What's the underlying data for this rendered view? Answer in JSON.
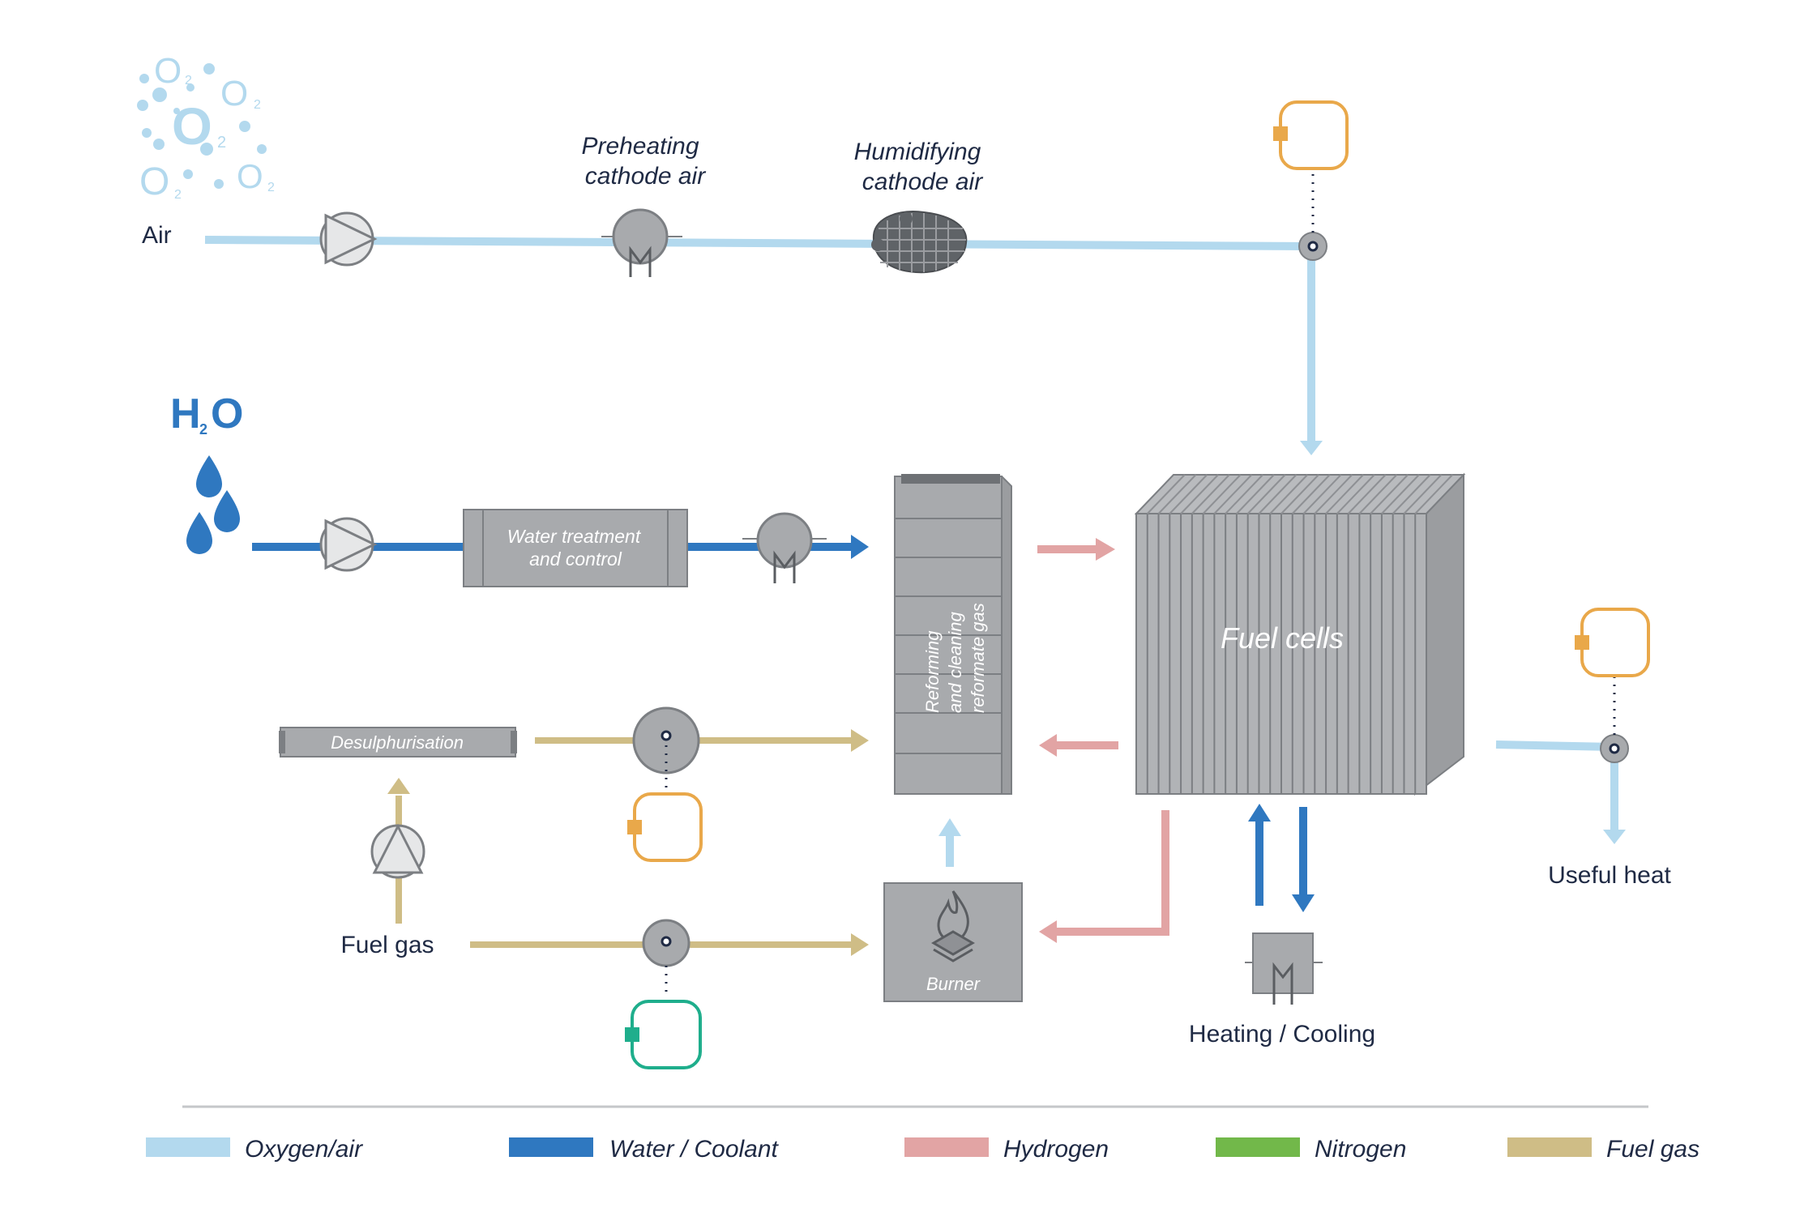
{
  "labels": {
    "air": "Air",
    "preheating_line1": "Preheating",
    "preheating_line2": "cathode air",
    "humidifying_line1": "Humidifying",
    "humidifying_line2": "cathode air",
    "h2o_main": "H",
    "h2o_sub": "2",
    "h2o_o": "O",
    "water_treatment_line1": "Water treatment",
    "water_treatment_line2": "and control",
    "reforming_line1": "Reforming",
    "reforming_line2": "and cleaning",
    "reforming_line3": "reformate gas",
    "fuel_cells": "Fuel cells",
    "desulphurisation": "Desulphurisation",
    "fuel_gas": "Fuel gas",
    "burner": "Burner",
    "heating_cooling": "Heating / Cooling",
    "useful_heat": "Useful heat"
  },
  "o2_symbols": [
    {
      "main": "O",
      "sub": "2"
    },
    {
      "main": "O",
      "sub": "2"
    },
    {
      "main": "O",
      "sub": "2"
    },
    {
      "main": "O",
      "sub": "2"
    },
    {
      "main": "O",
      "sub": "2"
    }
  ],
  "legend": [
    {
      "label": "Oxygen/air",
      "color": "#b3d9ee"
    },
    {
      "label": "Water / Coolant",
      "color": "#2f78c0"
    },
    {
      "label": "Hydrogen",
      "color": "#e2a4a4"
    },
    {
      "label": "Nitrogen",
      "color": "#72b84a"
    },
    {
      "label": "Fuel gas",
      "color": "#cfbd86"
    }
  ],
  "colors": {
    "oxygen": "#b3d9ee",
    "water": "#2f78c0",
    "hydrogen": "#e2a4a4",
    "fuel": "#cfbd86",
    "equipment": "#a8aaad",
    "controller_orange": "#e9a84a",
    "controller_green": "#1fae8c",
    "text": "#1f2a44"
  },
  "icons": {
    "pump": "pump-icon",
    "heat_exchanger": "heat-exchanger-icon",
    "humidifier": "humidifier-icon",
    "valve": "valve-icon",
    "controller": "controller-icon",
    "flame": "flame-icon",
    "water_drop": "water-drop-icon",
    "oxygen_bubble": "oxygen-bubble-icon"
  }
}
